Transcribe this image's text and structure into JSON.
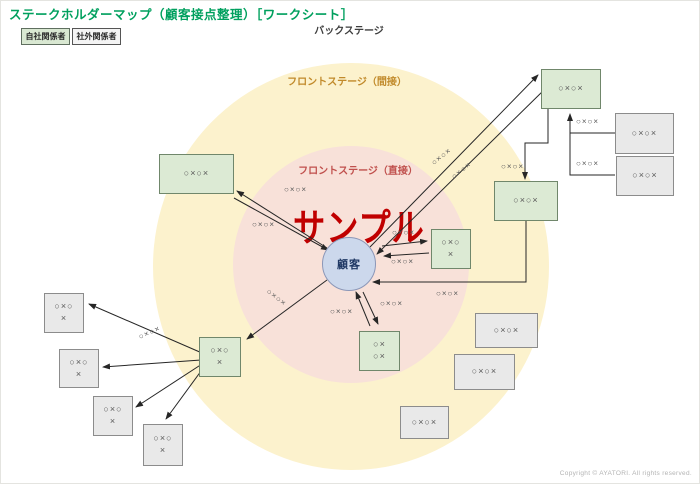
{
  "title": "ステークホルダーマップ（顧客接点整理）［ワークシート］",
  "legend": {
    "internal": "自社関係者",
    "external": "社外関係者"
  },
  "zones": {
    "backstage": "バックステージ",
    "front_indirect": "フロントステージ（間接）",
    "front_direct": "フロントステージ（直接）"
  },
  "watermark": "サンプル",
  "customer": {
    "label": "顧客"
  },
  "connector_label": "○×○×",
  "boxes": {
    "g1": {
      "type": "internal",
      "lines": [
        "○×○×",
        ""
      ]
    },
    "g2": {
      "type": "internal",
      "lines": [
        "○×○×",
        ""
      ]
    },
    "g3": {
      "type": "internal",
      "lines": [
        "○×○×",
        ""
      ]
    },
    "g4": {
      "type": "internal",
      "lines": [
        "○×○",
        "×"
      ]
    },
    "g5": {
      "type": "internal",
      "lines": [
        "○×",
        "○×"
      ]
    },
    "g6": {
      "type": "internal",
      "lines": [
        "○×○",
        "×"
      ]
    },
    "x1": {
      "type": "external",
      "lines": [
        "○×○×",
        ""
      ]
    },
    "x2": {
      "type": "external",
      "lines": [
        "○×○×",
        ""
      ]
    },
    "x3": {
      "type": "external",
      "lines": [
        "○×○",
        "×"
      ]
    },
    "x4": {
      "type": "external",
      "lines": [
        "○×○",
        "×"
      ]
    },
    "x5": {
      "type": "external",
      "lines": [
        "○×○",
        "×"
      ]
    },
    "x6": {
      "type": "external",
      "lines": [
        "○×○",
        "×"
      ]
    },
    "x7": {
      "type": "external",
      "lines": [
        "○×○×",
        ""
      ]
    },
    "x8": {
      "type": "external",
      "lines": [
        "○×○×",
        ""
      ]
    },
    "x9": {
      "type": "external",
      "lines": [
        "○×○×",
        ""
      ]
    }
  },
  "footer": {
    "copyright": "Copyright © AYATORI. All rights reserved."
  },
  "colors": {
    "accent_green": "#00a05e",
    "internal_box_fill": "#dcead4",
    "external_box_fill": "#e9e9e9",
    "zone_indirect_fill": "#fcf2cd",
    "zone_direct_fill": "#f8e1d9",
    "customer_fill": "#ccd8ec",
    "watermark_red": "#c00000",
    "indirect_label": "#c18a2a",
    "direct_label": "#c0504d"
  }
}
